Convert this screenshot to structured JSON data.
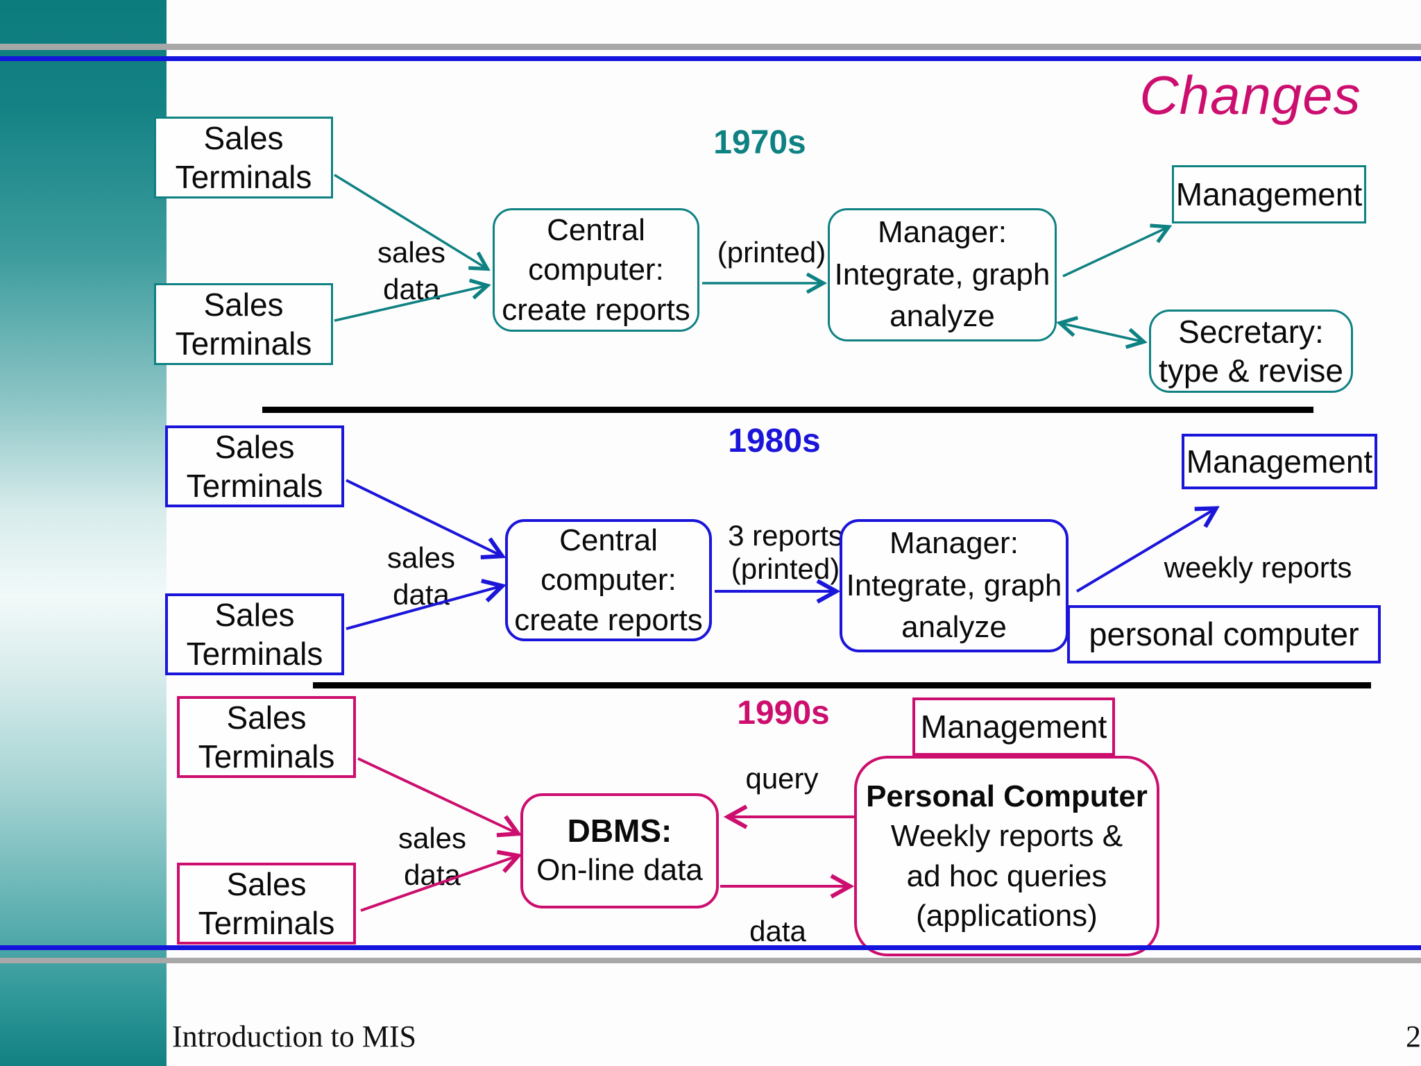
{
  "slide": {
    "title": "Changes",
    "footer_left": "Introduction to MIS",
    "page_number": "2"
  },
  "colors": {
    "teal": "#0e8182",
    "blue": "#1a15d9",
    "magenta": "#cc0e6e",
    "divider_black": "#000000",
    "rule_gray": "#a8a8a8",
    "rule_blue": "#1414dd"
  },
  "era1970": {
    "label": "1970s",
    "sales_terminals_top": "Sales\nTerminals",
    "sales_terminals_bottom": "Sales\nTerminals",
    "sales_data_label": "sales\ndata",
    "central_computer": "Central\ncomputer:\ncreate reports",
    "printed_label": "(printed)",
    "manager": "Manager:\nIntegrate, graph\nanalyze",
    "management": "Management",
    "secretary": "Secretary:\ntype & revise"
  },
  "era1980": {
    "label": "1980s",
    "sales_terminals_top": "Sales\nTerminals",
    "sales_terminals_bottom": "Sales\nTerminals",
    "sales_data_label": "sales\ndata",
    "central_computer": "Central\ncomputer:\ncreate reports",
    "reports_printed_label": "3 reports\n(printed)",
    "manager": "Manager:\nIntegrate, graph\nanalyze",
    "management": "Management",
    "weekly_reports_label": "weekly reports",
    "personal_computer": "personal computer"
  },
  "era1990": {
    "label": "1990s",
    "sales_terminals_top": "Sales\nTerminals",
    "sales_terminals_bottom": "Sales\nTerminals",
    "sales_data_label": "sales\ndata",
    "dbms_title": "DBMS:",
    "dbms_subtitle": "On-line data",
    "management": "Management",
    "pc_title": "Personal Computer",
    "pc_body": "Weekly reports &\nad hoc queries\n(applications)",
    "query_label": "query",
    "data_label": "data"
  }
}
